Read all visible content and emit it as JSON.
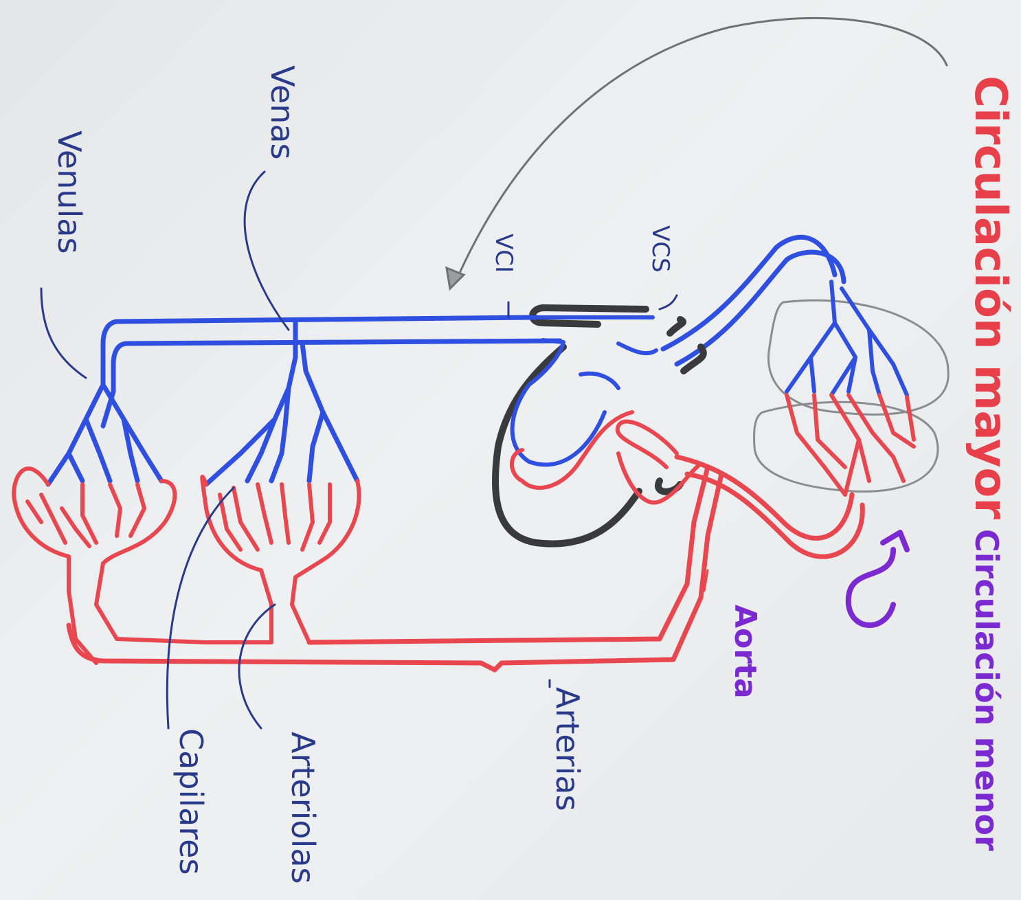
{
  "title": "Circulación mayor",
  "labels": {
    "circulacion_menor": "Circulación menor",
    "aorta": "Aorta",
    "arterias": "Arterias",
    "arteriolas": "Arteriolas",
    "capilares": "Capilares",
    "venas": "Venas",
    "venulas": "Venulas",
    "vcs": "VCS",
    "vci": "VCI"
  },
  "colors": {
    "title": "#e8404a",
    "menor": "#7a2ad0",
    "arterial": "#e8474f",
    "venous": "#2f4fe0",
    "heart_wall": "#3a3a3c",
    "label_ink": "#2a3a8a",
    "pencil": "#8a8c8e"
  }
}
